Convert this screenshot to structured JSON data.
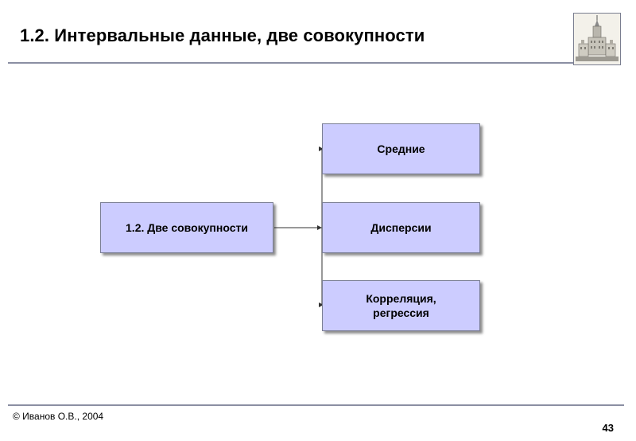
{
  "slide": {
    "title": "1.2. Интервальные данные, две совокупности",
    "copyright": "© Иванов О.В., 2004",
    "page_number": "43"
  },
  "diagram": {
    "root": "1.2. Две совокупности",
    "children": [
      "Средние",
      "Дисперсии",
      "Корреляция, регрессия"
    ]
  },
  "colors": {
    "box_fill": "#ccccff",
    "rule": "#8b8fa3"
  },
  "icons": [
    "university-building-logo"
  ]
}
